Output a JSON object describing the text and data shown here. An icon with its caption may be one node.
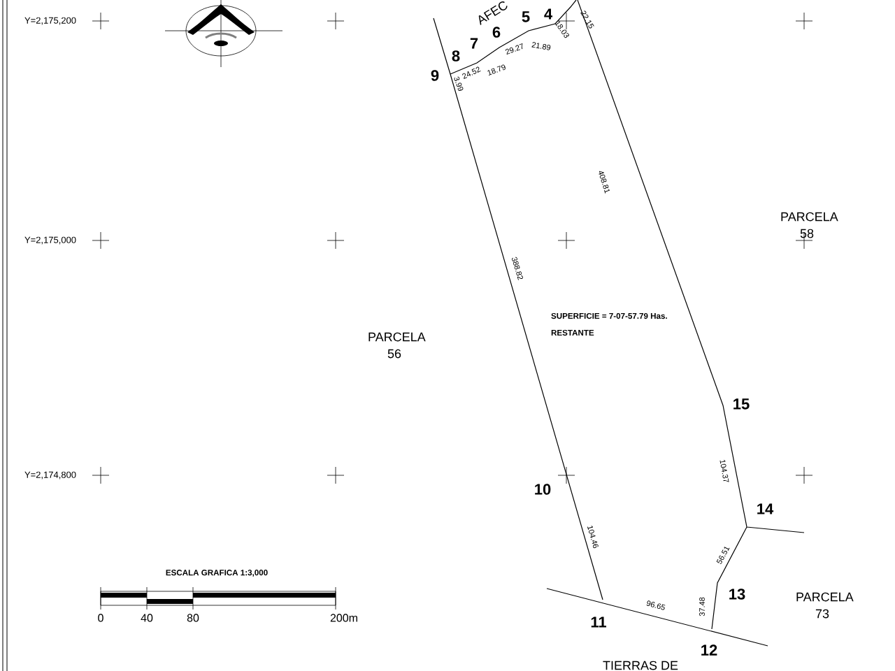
{
  "diagram": {
    "labels": [
      "Y=2,175,200",
      "AFEC",
      "5",
      "4",
      "6",
      "7",
      "8",
      "9",
      "24.52",
      "29.27",
      "21.89",
      "18.03",
      "22.15",
      "18.79",
      "3.99",
      "408.81",
      "PARCELA 58",
      "Y=2,175,000",
      "388.82",
      "SUPERFICIE = 7-07-57.79 Has. RESTANTE",
      "PARCELA 56",
      "15",
      "Y=2,174,800",
      "10",
      "104.37",
      "14",
      "104.46",
      "56.51",
      "ESCALA GRAFICA 1:3,000",
      "13",
      "PARCELA 73",
      "0",
      "40",
      "80",
      "200m",
      "37.48",
      "96.65",
      "11",
      "12",
      "TIERRAS DE"
    ]
  }
}
